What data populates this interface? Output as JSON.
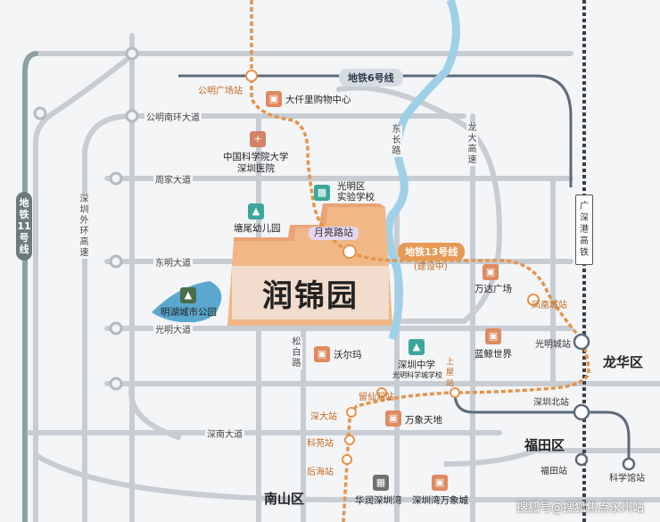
{
  "metro_lines": {
    "line6": "地铁6号线",
    "line11": "地铁11号线",
    "line13": "地铁13号线",
    "line13_note": "(建设中)",
    "guangshen": "广深港高铁"
  },
  "roads": {
    "gongming_nanhuan": "公明南环大道",
    "zhoujia": "周家大道",
    "dongming": "东明大道",
    "guangming": "光明大道",
    "shennan": "深南大道",
    "shenzhen_waihuan": "深圳外环高速",
    "dongchang": "东长路",
    "longda": "龙大高速",
    "songbai": "松白路"
  },
  "stations": {
    "gongming_square": "公明广场站",
    "yueliang": "月亮路站",
    "fenghuang_city": "凤凰城站",
    "guangming_city": "光明城站",
    "shangwu": "上屋站",
    "liuxiandong": "留仙洞站",
    "shenda": "深大站",
    "keyuan": "科苑站",
    "houhai": "后海站",
    "shenzhen_north": "深圳北站",
    "futian": "福田站",
    "science_museum": "科学馆站"
  },
  "pois": {
    "daqianli": "大仟里购物中心",
    "cas_hospital_1": "中国科学院大学",
    "cas_hospital_2": "深圳医院",
    "guangming_school_1": "光明区",
    "guangming_school_2": "实验学校",
    "tangwei_kindergarten": "塘尾幼儿园",
    "minghu_park": "明湖城市公园",
    "walmart": "沃尔玛",
    "shenzhen_middle_1": "深圳中学",
    "shenzhen_middle_2": "光明科学城学校",
    "wanda": "万达广场",
    "lanjing": "蓝鲸世界",
    "mixc": "万象天地",
    "huarun_bay": "华润深圳湾",
    "bay_mixc": "深圳湾万象城"
  },
  "project": {
    "name": "润锦园"
  },
  "districts": {
    "longhua": "龙华区",
    "futian": "福田区",
    "nanshan": "南山区"
  },
  "watermark": "搜狐号@搜狐焦点永州站",
  "colors": {
    "road": "#c8ccd3",
    "metro_gray": "#5d6b7a",
    "line13": "#e4944b",
    "river": "#9fd0e8",
    "project": "#f0b887"
  }
}
